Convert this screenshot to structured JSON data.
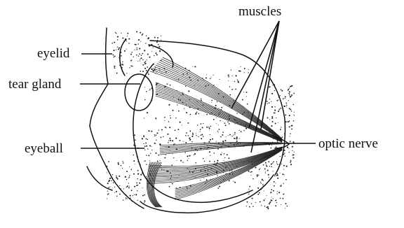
{
  "labels": {
    "eyelid": "eyelid",
    "tear_gland": "tear gland",
    "eyeball": "eyeball",
    "muscles": "muscles",
    "optic_nerve": "optic nerve"
  },
  "colors": {
    "ink": "#111111",
    "background": "#ffffff"
  },
  "stipple_seed": 7
}
